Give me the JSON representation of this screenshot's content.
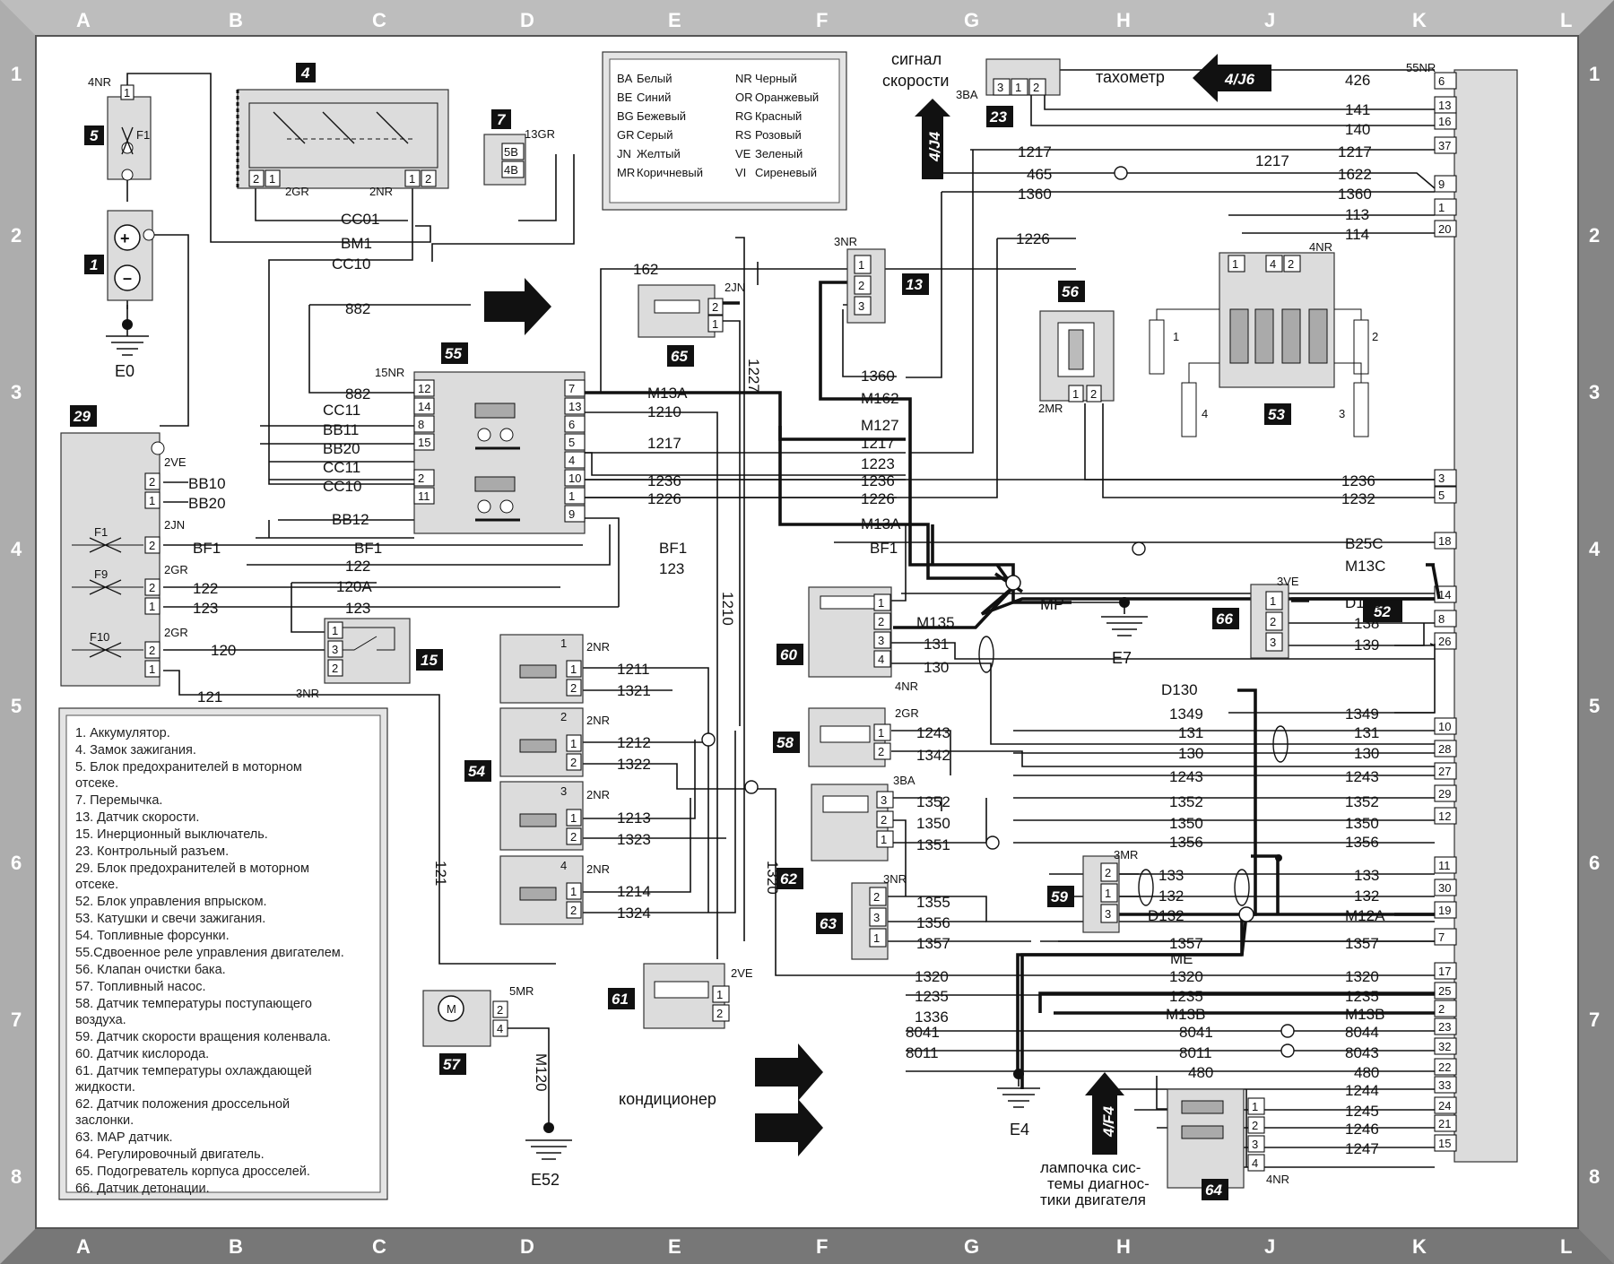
{
  "frame": {
    "columns": [
      "A",
      "B",
      "C",
      "D",
      "E",
      "F",
      "G",
      "H",
      "J",
      "K",
      "L"
    ],
    "rows": [
      "1",
      "2",
      "3",
      "4",
      "5",
      "6",
      "7",
      "8"
    ]
  },
  "color_legend": [
    {
      "code": "BA",
      "name": "Белый"
    },
    {
      "code": "NR",
      "name": "Черный"
    },
    {
      "code": "BE",
      "name": "Синий"
    },
    {
      "code": "OR",
      "name": "Оранжевый"
    },
    {
      "code": "BG",
      "name": "Бежевый"
    },
    {
      "code": "RG",
      "name": "Красный"
    },
    {
      "code": "GR",
      "name": "Серый"
    },
    {
      "code": "RS",
      "name": "Розовый"
    },
    {
      "code": "JN",
      "name": "Желтый"
    },
    {
      "code": "VE",
      "name": "Зеленый"
    },
    {
      "code": "MR",
      "name": "Коричневый"
    },
    {
      "code": "VI",
      "name": "Сиреневый"
    }
  ],
  "components_legend": [
    "1. Аккумулятор.",
    "4. Замок зажигания.",
    "5. Блок предохранителей в моторном отсеке.",
    "7. Перемычка.",
    "13. Датчик скорости.",
    "15. Инерционный выключатель.",
    "23. Контрольный разъем.",
    "29. Блок предохранителей в моторном отсеке.",
    "52. Блок управления впрыском.",
    "53. Катушки и свечи зажигания.",
    "54. Топливные форсунки.",
    "55.Сдвоенное реле управления двигателем.",
    "56. Клапан очистки бака.",
    "57. Топливный насос.",
    "58. Датчик температуры поступающего воздуха.",
    "59. Датчик скорости вращения коленвала.",
    "60. Датчик кислорода.",
    "61. Датчик температуры охлаждающей жидкости.",
    "62. Датчик положения дроссельной заслонки.",
    "63. МАР датчик.",
    "64. Регулировочный двигатель.",
    "65. Подогреватель корпуса дросселей.",
    "66. Датчик детонации."
  ],
  "badges": {
    "b1": "1",
    "b4": "4",
    "b5": "5",
    "b7": "7",
    "b13": "13",
    "b15": "15",
    "b23": "23",
    "b29": "29",
    "b52": "52",
    "b53": "53",
    "b54": "54",
    "b55": "55",
    "b56": "56",
    "b57": "57",
    "b58": "58",
    "b59": "59",
    "b60": "60",
    "b61": "61",
    "b62": "62",
    "b63": "63",
    "b64": "64",
    "b65": "65",
    "b66": "66"
  },
  "connectors": {
    "c5": "4NR",
    "c4a": "2GR",
    "c4b": "2NR",
    "c7": "13GR",
    "c13": "3NR",
    "c23": "3BA",
    "c29a": "2VE",
    "c29b": "2JN",
    "c29c": "2GR",
    "c29d": "2GR",
    "c55": "15NR",
    "c65": "2JN",
    "c56": "2MR",
    "c53": "4NR",
    "c52": "55NR",
    "c15": "3NR",
    "c60": "4NR",
    "c58": "2GR",
    "c62": "3BA",
    "c63": "3NR",
    "c59": "3MR",
    "c61": "2VE",
    "c57": "5MR",
    "c64": "4NR",
    "c66": "3VE",
    "c54a": "2NR",
    "c54b": "2NR",
    "c54c": "2NR",
    "c54d": "2NR"
  },
  "grounds": {
    "e0": "E0",
    "e7": "E7",
    "e4": "E4",
    "e52": "E52",
    "mp": "MP"
  },
  "texts": {
    "signal": "сигнал",
    "speed": "скорости",
    "tacho": "тахометр",
    "tacho_ref": "4/J6",
    "speed_ref": "4/J4",
    "conditioner": "кондиционер",
    "lamp1": "лампочка сис-",
    "lamp2": "темы диагнос-",
    "lamp3": "тики двигателя",
    "lamp_ref": "4/F4",
    "f1": "F1",
    "f9": "F9",
    "f10": "F10",
    "f5": "F1",
    "m": "M",
    "m120": "M120",
    "w121": "121",
    "w1210": "1210",
    "w1227": "1227",
    "w1320": "1320"
  },
  "wires": {
    "w426": "426",
    "w141": "141",
    "w140": "140",
    "w1217a": "1217",
    "w1217b": "1217",
    "w465": "465",
    "w1622": "1622",
    "w1360a": "1360",
    "w1360b": "1360",
    "w113": "113",
    "w114": "114",
    "w1226a": "1226",
    "w162": "162",
    "w1360c": "1360",
    "w882a": "882",
    "w882b": "882",
    "wCC01": "CC01",
    "wBM1": "BM1",
    "wCC10a": "CC10",
    "wM13A1": "M13A",
    "w1210": "1210",
    "w1217c": "1217",
    "wM162": "M162",
    "wM127": "M127",
    "w1217d": "1217",
    "w1223": "1223",
    "w1236a": "1236",
    "w1236b": "1236",
    "w1236c": "1236",
    "w1226b": "1226",
    "w1226c": "1226",
    "w1232": "1232",
    "wM13A2": "M13A",
    "wBF1a": "BF1",
    "wBF1b": "BF1",
    "wBF1c": "BF1",
    "wBF1d": "BF1",
    "wB25C": "B25C",
    "wM13C": "M13C",
    "wCC11a": "CC11",
    "wBB11": "BB11",
    "wBB20a": "BB20",
    "wCC11b": "CC11",
    "wCC10b": "CC10",
    "wBB10": "BB10",
    "wBB20b": "BB20",
    "wBB12": "BB12",
    "w122a": "122",
    "w122b": "122",
    "w123a": "123",
    "w123b": "123",
    "w123c": "123",
    "w120A": "120A",
    "w120": "120",
    "w121": "121",
    "wD138": "D138",
    "w138": "138",
    "w139": "139",
    "wM135": "M135",
    "w131a": "131",
    "w130a": "130",
    "wD130": "D130",
    "w1349a": "1349",
    "w1349b": "1349",
    "w131b": "131",
    "w131c": "131",
    "w130b": "130",
    "w130c": "130",
    "w1243a": "1243",
    "w1243b": "1243",
    "w1243c": "1243",
    "w1342": "1342",
    "w1352a": "1352",
    "w1352b": "1352",
    "w1352c": "1352",
    "w1350a": "1350",
    "w1350b": "1350",
    "w1350c": "1350",
    "w1351": "1351",
    "w1356a": "1356",
    "w1356b": "1356",
    "w1355": "1355",
    "w1356c": "1356",
    "w1357a": "1357",
    "w1357b": "1357",
    "w1357c": "1357",
    "w133a": "133",
    "w133b": "133",
    "w132a": "132",
    "w132b": "132",
    "wD132": "D132",
    "wM12A": "M12A",
    "wME": "ME",
    "w1320a": "1320",
    "w1320b": "1320",
    "w1320c": "1320",
    "w1235a": "1235",
    "w1235b": "1235",
    "w1235c": "1235",
    "w1336": "1336",
    "wM13Ba": "M13B",
    "wM13Bb": "M13B",
    "w8041a": "8041",
    "w8041b": "8041",
    "w8044": "8044",
    "w8011a": "8011",
    "w8011b": "8011",
    "w8043": "8043",
    "w480a": "480",
    "w480b": "480",
    "w1244": "1244",
    "w1245": "1245",
    "w1246": "1246",
    "w1247": "1247",
    "w1211": "1211",
    "w1321": "1321",
    "w1212": "1212",
    "w1322": "1322",
    "w1213": "1213",
    "w1323": "1323",
    "w1214": "1214",
    "w1324": "1324"
  },
  "ecu_pins": [
    "6",
    "13",
    "16",
    "37",
    "9",
    "1",
    "20",
    "3",
    "5",
    "18",
    "14",
    "8",
    "26",
    "10",
    "28",
    "27",
    "29",
    "12",
    "11",
    "30",
    "19",
    "7",
    "17",
    "25",
    "2",
    "23",
    "32",
    "22",
    "33",
    "24",
    "21",
    "15"
  ],
  "colors": {
    "frame": "#8d8d8d",
    "frame_light": "#b9b9b9",
    "component": "#dcdcdc",
    "badge": "#111111"
  }
}
